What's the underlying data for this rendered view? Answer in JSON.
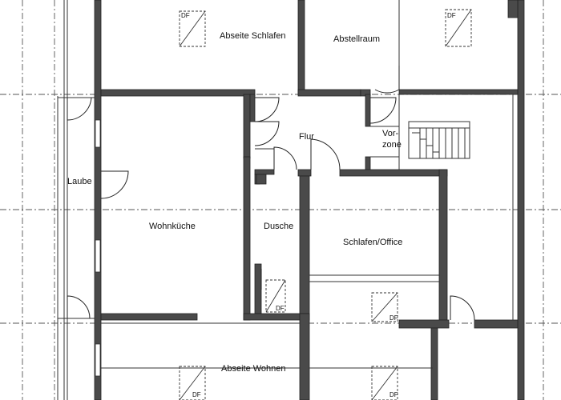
{
  "rooms": {
    "abseite_schlafen": "Abseite Schlafen",
    "abstellraum": "Abstellraum",
    "flur": "Flur",
    "vorzone_line1": "Vor-",
    "vorzone_line2": "zone",
    "laube": "Laube",
    "wohnkueche": "Wohnküche",
    "dusche": "Dusche",
    "schlafen_office": "Schlafen/Office",
    "abseite_wohnen": "Abseite Wohnen"
  },
  "skylight_label": "DF"
}
